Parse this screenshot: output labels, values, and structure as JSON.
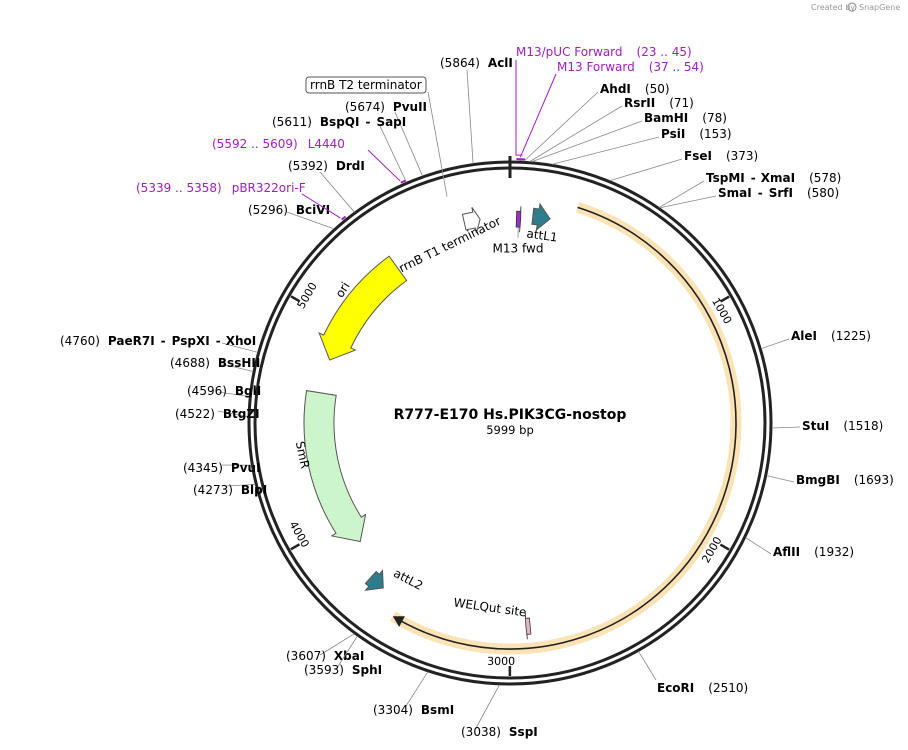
{
  "plasmid": {
    "name": "R777-E170 Hs.PIK3CG-nostop",
    "size_label": "5999 bp",
    "length_bp": 5999
  },
  "credit": {
    "text": "Created by",
    "brand": "SnapGene"
  },
  "ticks": [
    {
      "bp": 1000,
      "label": "1000"
    },
    {
      "bp": 2000,
      "label": "2000"
    },
    {
      "bp": 3000,
      "label": "3000"
    },
    {
      "bp": 4000,
      "label": "4000"
    },
    {
      "bp": 5000,
      "label": "5000"
    }
  ],
  "features": [
    {
      "id": "insert",
      "label": "",
      "start": 290,
      "end": 3520,
      "direction": "cw",
      "color": "#f5a623",
      "kind": "insert"
    },
    {
      "id": "attL1",
      "label": "attL1",
      "start": 105,
      "end": 185,
      "direction": "cw",
      "color": "#2e7d8c",
      "kind": "arrow"
    },
    {
      "id": "attL2",
      "label": "attL2",
      "start": 3625,
      "end": 3700,
      "direction": "ccw",
      "color": "#2e7d8c",
      "kind": "arrow"
    },
    {
      "id": "smr",
      "label": "SmR",
      "start": 3860,
      "end": 4650,
      "direction": "ccw",
      "color": "#ccf5cc",
      "kind": "arrow"
    },
    {
      "id": "ori",
      "label": "ori",
      "start": 4820,
      "end": 5400,
      "direction": "ccw",
      "color": "#ffff00",
      "kind": "arrow"
    },
    {
      "id": "rrnb_t1",
      "label": "rrnB T1 terminator",
      "start": 5785,
      "end": 5860,
      "direction": "cw",
      "color": "#ffffff",
      "kind": "arrow"
    },
    {
      "id": "m13fwd",
      "label": "M13 fwd",
      "start": 30,
      "end": 50,
      "direction": "cw",
      "color": "#9b2fbf",
      "kind": "small"
    },
    {
      "id": "welqut",
      "label": "WELQut site",
      "start": 2905,
      "end": 2925,
      "direction": "cw",
      "color": "#e8b4c8",
      "kind": "small"
    }
  ],
  "sites": [
    {
      "name": "AclI",
      "pos": "(5864)",
      "bp": 5864
    },
    {
      "name": "PvuII",
      "pos": "(5674)",
      "bp": 5674
    },
    {
      "name": "BspQI",
      "name2": "SapI",
      "pos": "(5611)",
      "bp": 5611
    },
    {
      "name": "DrdI",
      "pos": "(5392)",
      "bp": 5392
    },
    {
      "name": "BciVI",
      "pos": "(5296)",
      "bp": 5296
    },
    {
      "name": "PaeR7I",
      "name2": "PspXI",
      "name3": "XhoI",
      "pos": "(4760)",
      "bp": 4760
    },
    {
      "name": "BssHII",
      "pos": "(4688)",
      "bp": 4688
    },
    {
      "name": "BglI",
      "pos": "(4596)",
      "bp": 4596
    },
    {
      "name": "BtgZI",
      "pos": "(4522)",
      "bp": 4522
    },
    {
      "name": "PvuI",
      "pos": "(4345)",
      "bp": 4345
    },
    {
      "name": "BlpI",
      "pos": "(4273)",
      "bp": 4273
    },
    {
      "name": "XbaI",
      "pos": "(3607)",
      "bp": 3607
    },
    {
      "name": "SphI",
      "pos": "(3593)",
      "bp": 3593
    },
    {
      "name": "BsmI",
      "pos": "(3304)",
      "bp": 3304
    },
    {
      "name": "SspI",
      "pos": "(3038)",
      "bp": 3038
    },
    {
      "name": "AhdI",
      "pos": "(50)",
      "bp": 50
    },
    {
      "name": "RsrII",
      "pos": "(71)",
      "bp": 71
    },
    {
      "name": "BamHI",
      "pos": "(78)",
      "bp": 78
    },
    {
      "name": "PsiI",
      "pos": "(153)",
      "bp": 153
    },
    {
      "name": "FseI",
      "pos": "(373)",
      "bp": 373
    },
    {
      "name": "TspMI",
      "name2": "XmaI",
      "pos": "(578)",
      "bp": 578
    },
    {
      "name": "SmaI",
      "name2": "SrfI",
      "pos": "(580)",
      "bp": 580
    },
    {
      "name": "AleI",
      "pos": "(1225)",
      "bp": 1225
    },
    {
      "name": "StuI",
      "pos": "(1518)",
      "bp": 1518
    },
    {
      "name": "BmgBI",
      "pos": "(1693)",
      "bp": 1693
    },
    {
      "name": "AflII",
      "pos": "(1932)",
      "bp": 1932
    },
    {
      "name": "EcoRI",
      "pos": "(2510)",
      "bp": 2510
    }
  ],
  "primer_labels": [
    {
      "name": "M13/pUC Forward",
      "range": "(23 .. 45)",
      "bp": 23
    },
    {
      "name": "M13 Forward",
      "range": "(37 .. 54)",
      "bp": 37
    },
    {
      "name": "L4440",
      "range": "(5592 .. 5609)",
      "bp": 5592
    },
    {
      "name": "pBR322ori-F",
      "range": "(5339 .. 5358)",
      "bp": 5339
    }
  ],
  "boxed_labels": [
    {
      "name": "rrnB T2 terminator",
      "bp": 5740
    }
  ],
  "colors": {
    "backbone": "#222222",
    "primer": "#a020c0",
    "insert_fill": "#f5a623",
    "insert_glow": "#fbe3b6"
  }
}
